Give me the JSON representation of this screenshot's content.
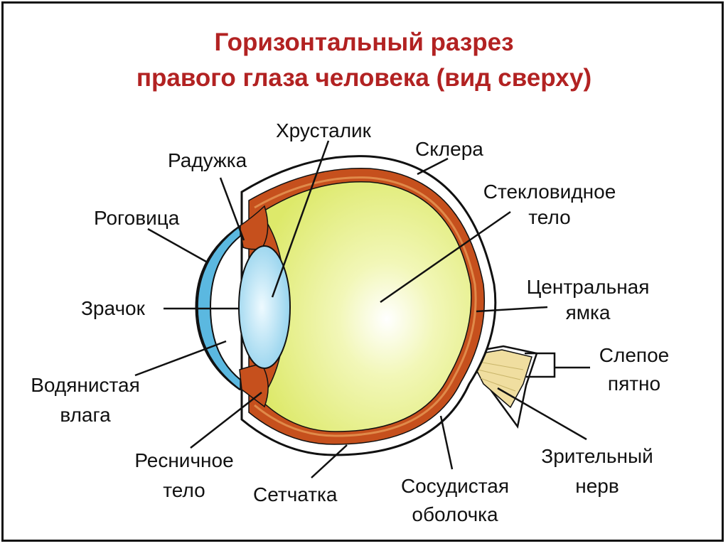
{
  "title": {
    "line1": "Горизонтальный разрез",
    "line2": "правого глаза человека (вид сверху)"
  },
  "labels": {
    "lens": "Хрусталик",
    "sclera": "Склера",
    "iris": "Радужка",
    "vitreous_line1": "Стекловидное",
    "vitreous_line2": "тело",
    "cornea": "Роговица",
    "fovea_line1": "Центральная",
    "fovea_line2": "ямка",
    "pupil": "Зрачок",
    "blind_spot_line1": "Слепое",
    "blind_spot_line2": "пятно",
    "aqueous_line1": "Водянистая",
    "aqueous_line2": "влага",
    "ciliary_line1": "Ресничное",
    "ciliary_line2": "тело",
    "retina": "Сетчатка",
    "choroid_line1": "Сосудистая",
    "choroid_line2": "оболочка",
    "optic_nerve_line1": "Зрительный",
    "optic_nerve_line2": "нерв"
  },
  "colors": {
    "title": "#b22222",
    "vitreous": "#dde96a",
    "lens": "#a8dcef",
    "cornea": "#5bb8e0",
    "choroid": "#c6501d",
    "sclera": "#ffffff",
    "optic_nerve": "#f0dea0"
  }
}
